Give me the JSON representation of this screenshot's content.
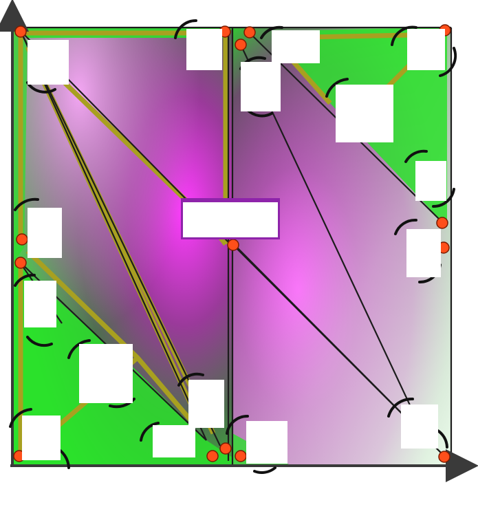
{
  "colors": {
    "frame": "#3a3a3a",
    "green": "#2be02b",
    "magenta": "#ff3cff",
    "dark_purple": "#5a2f5a",
    "olive_border": "#a8a020",
    "triangle_edge": "#1c1c1c",
    "vertex": "#ff4f1a",
    "banner_border": "#8e24aa"
  },
  "mesh": {
    "cells": [
      "left-panel",
      "right-panel"
    ],
    "vertex_count": 18,
    "triangle_count": 16
  },
  "labels": {
    "banner": "",
    "caption": ""
  }
}
